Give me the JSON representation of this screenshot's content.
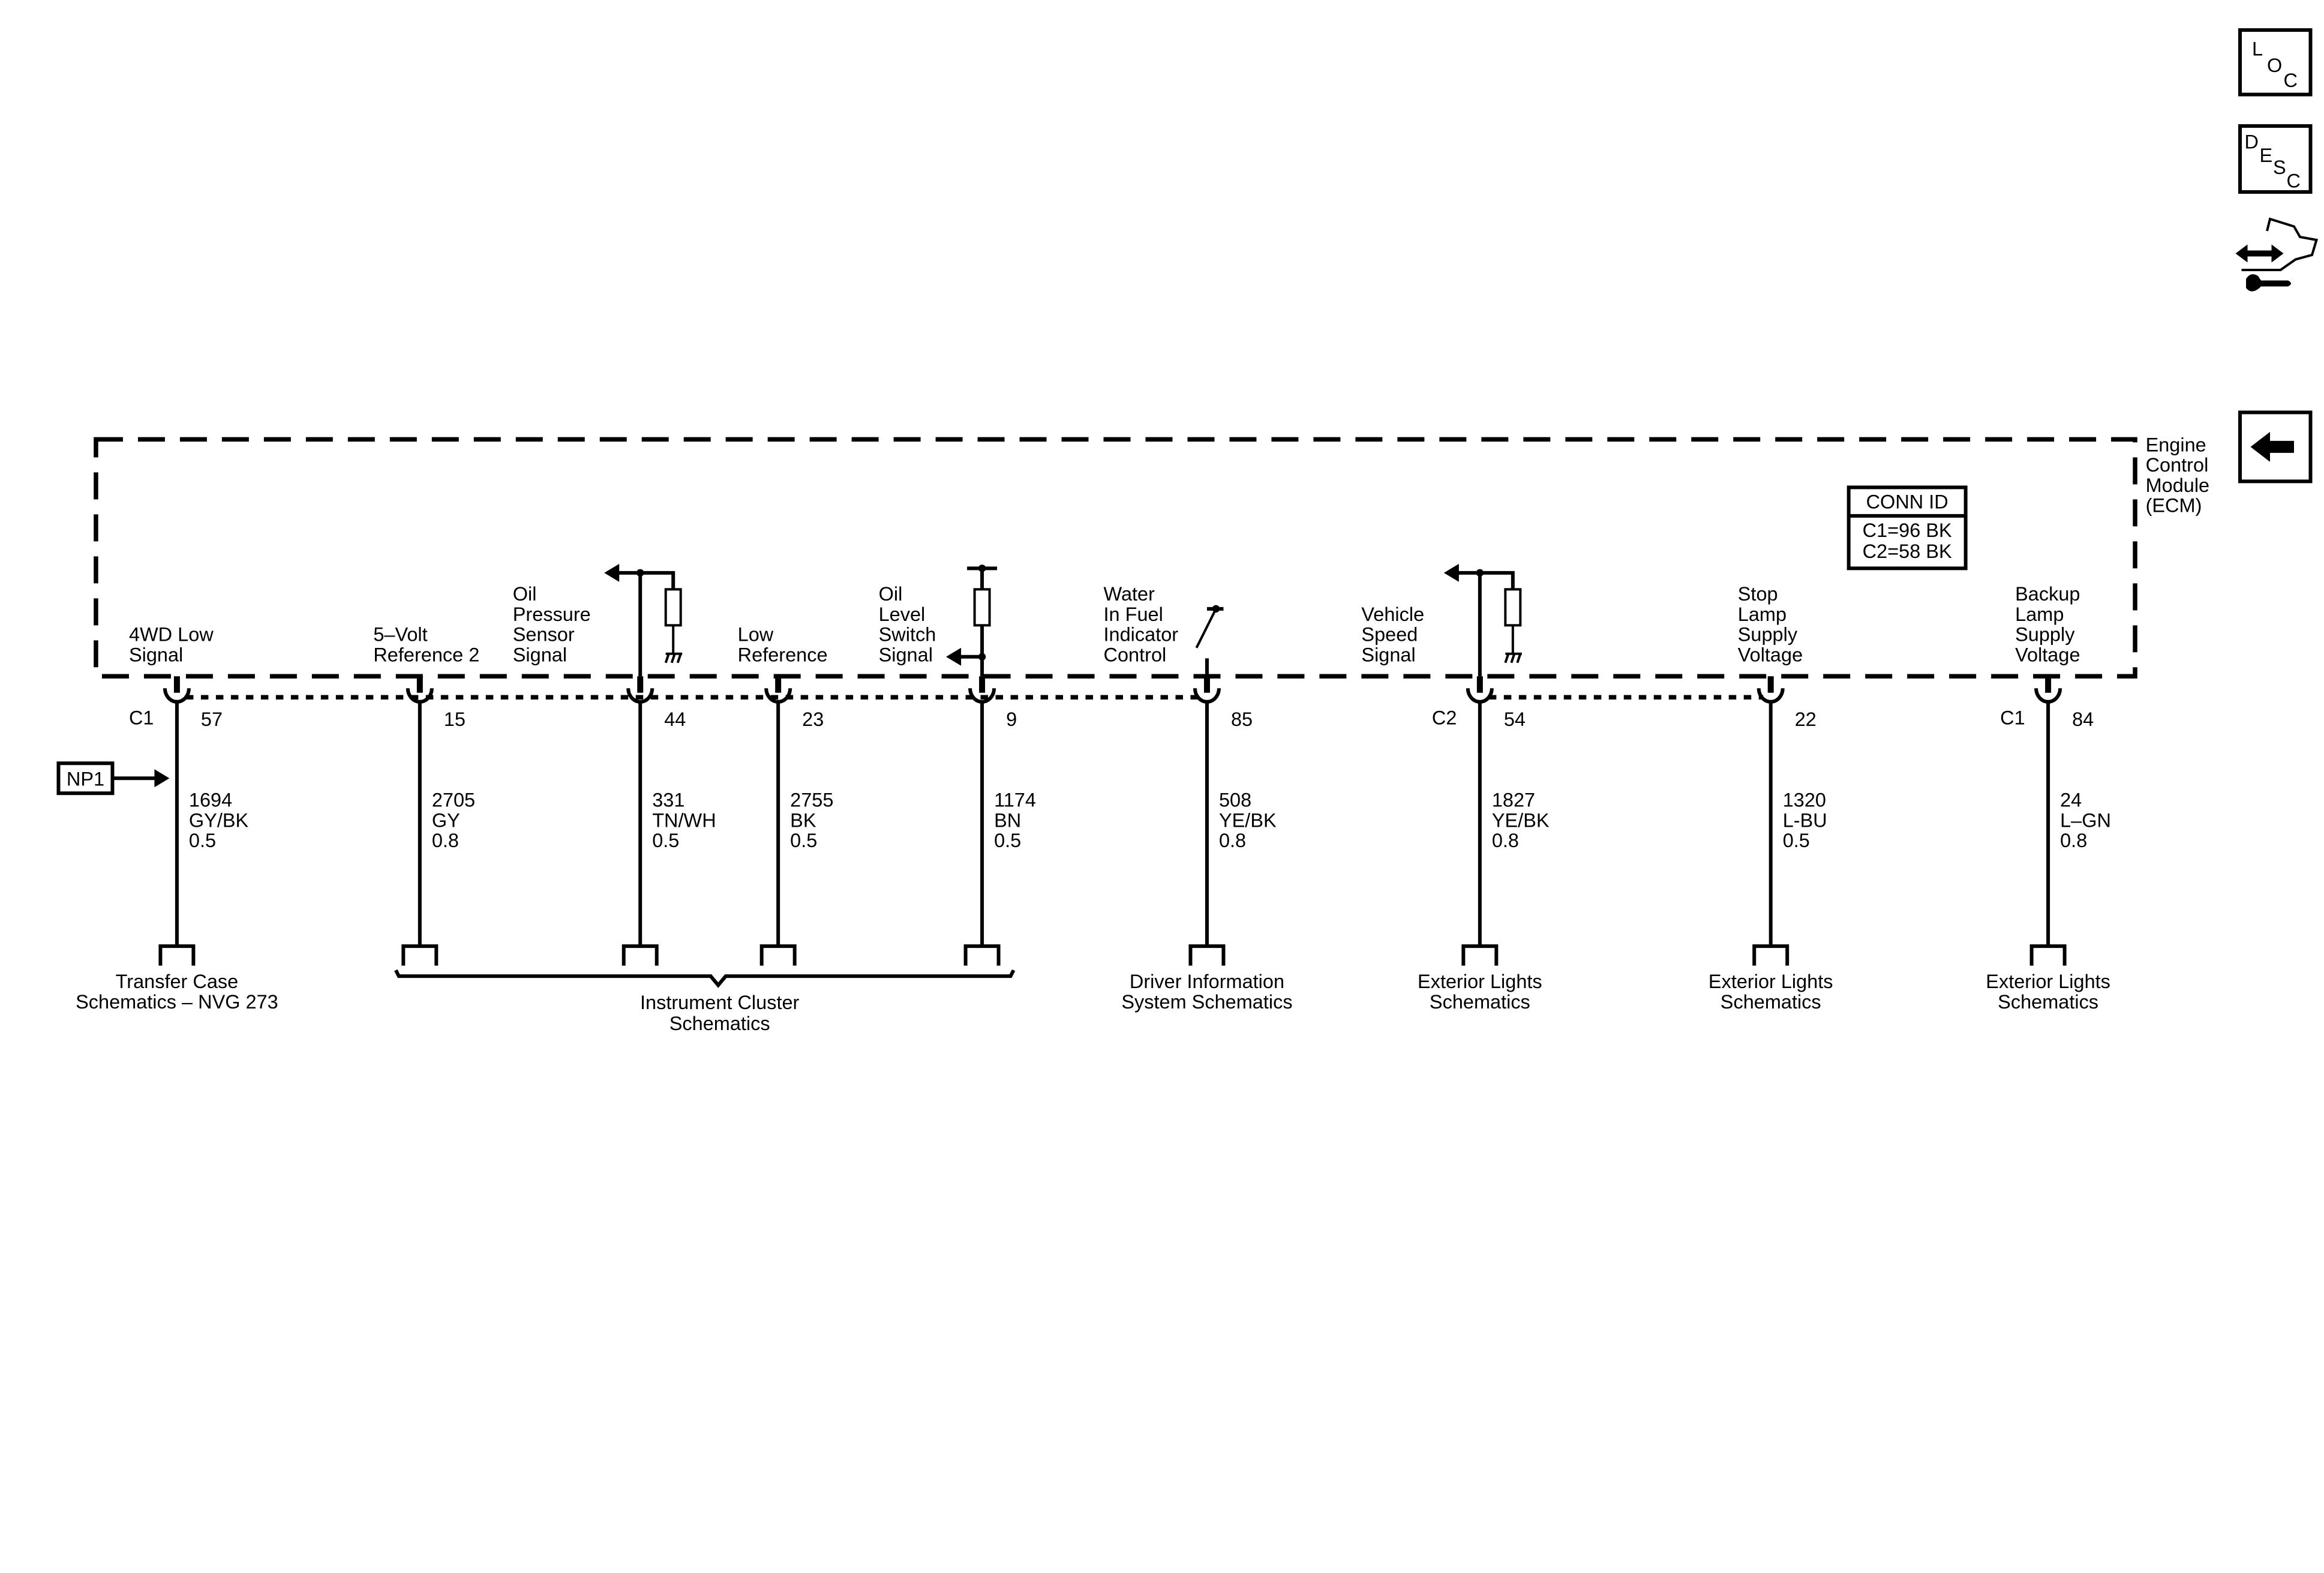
{
  "module": {
    "name_lines": [
      "Engine",
      "Control",
      "Module",
      "(ECM)"
    ],
    "conn_id": {
      "title": "CONN ID",
      "lines": [
        "C1=96 BK",
        "C2=58 BK"
      ]
    }
  },
  "nav_icons": {
    "loc": [
      "L",
      "O",
      "C"
    ],
    "desc": [
      "D",
      "E",
      "S",
      "C"
    ]
  },
  "np1_label": "NP1",
  "pins": [
    {
      "signal": [
        "4WD Low",
        "Signal"
      ],
      "connector": "C1",
      "pin": "57",
      "circuit": "1694",
      "color": "GY/BK",
      "size": "0.5",
      "destination": [
        "Transfer Case",
        "Schematics – NVG 273"
      ]
    },
    {
      "signal": [
        "5–Volt",
        "Reference 2"
      ],
      "connector": "",
      "pin": "15",
      "circuit": "2705",
      "color": "GY",
      "size": "0.8",
      "destination": []
    },
    {
      "signal": [
        "Oil",
        "Pressure",
        "Sensor",
        "Signal"
      ],
      "connector": "",
      "pin": "44",
      "circuit": "331",
      "color": "TN/WH",
      "size": "0.5",
      "destination": []
    },
    {
      "signal": [
        "Low",
        "Reference"
      ],
      "connector": "",
      "pin": "23",
      "circuit": "2755",
      "color": "BK",
      "size": "0.5",
      "destination": []
    },
    {
      "signal": [
        "Oil",
        "Level",
        "Switch",
        "Signal"
      ],
      "connector": "",
      "pin": "9",
      "circuit": "1174",
      "color": "BN",
      "size": "0.5",
      "destination": []
    },
    {
      "signal": [
        "Water",
        "In Fuel",
        "Indicator",
        "Control"
      ],
      "connector": "",
      "pin": "85",
      "circuit": "508",
      "color": "YE/BK",
      "size": "0.8",
      "destination": [
        "Driver Information",
        "System Schematics"
      ]
    },
    {
      "signal": [
        "Vehicle",
        "Speed",
        "Signal"
      ],
      "connector": "C2",
      "pin": "54",
      "circuit": "1827",
      "color": "YE/BK",
      "size": "0.8",
      "destination": [
        "Exterior Lights",
        "Schematics"
      ]
    },
    {
      "signal": [
        "Stop",
        "Lamp",
        "Supply",
        "Voltage"
      ],
      "connector": "",
      "pin": "22",
      "circuit": "1320",
      "color": "L-BU",
      "size": "0.5",
      "destination": [
        "Exterior Lights",
        "Schematics"
      ]
    },
    {
      "signal": [
        "Backup",
        "Lamp",
        "Supply",
        "Voltage"
      ],
      "connector": "C1",
      "pin": "84",
      "circuit": "24",
      "color": "L–GN",
      "size": "0.8",
      "destination": [
        "Exterior Lights",
        "Schematics"
      ]
    }
  ],
  "group_destination": [
    "Instrument Cluster",
    "Schematics"
  ]
}
